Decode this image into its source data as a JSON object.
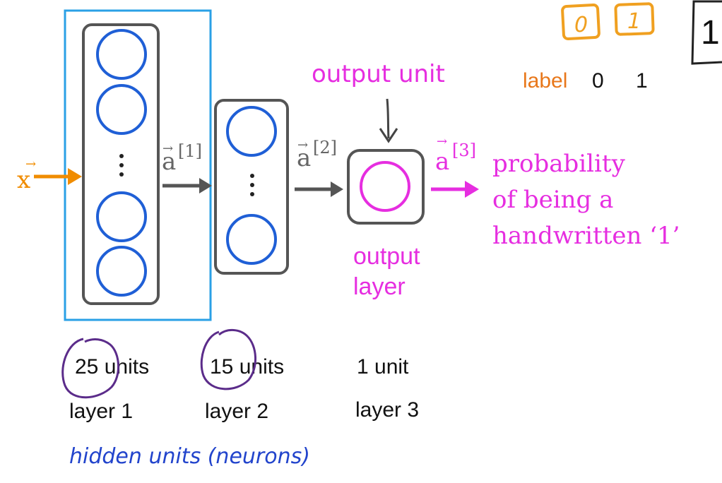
{
  "input": {
    "label": "x"
  },
  "activations": {
    "a1": "a",
    "a1_sup": "[1]",
    "a2": "a",
    "a2_sup": "[2]",
    "a3": "a",
    "a3_sup": "[3]"
  },
  "annotations": {
    "output_unit": "output unit",
    "output_layer_line1": "output",
    "output_layer_line2": "layer",
    "probability_line1": "probability",
    "probability_line2": "of being a",
    "probability_line3": "handwritten ‘1’",
    "label_word": "label",
    "label_0": "0",
    "label_1": "1",
    "box_0": "0",
    "box_1": "1",
    "corner_digit": "1"
  },
  "layers": [
    {
      "units": "25 units",
      "name": "layer 1"
    },
    {
      "units": "15 units",
      "name": "layer 2"
    },
    {
      "units": "1 unit",
      "name": "layer 3"
    }
  ],
  "hidden_units_note": "hidden units (neurons)",
  "colors": {
    "input": "#f08c00",
    "neuron": "#1f5fd6",
    "frame": "#555555",
    "highlight": "#2aa0e6",
    "output": "#e62ee0",
    "label": "#e8771a",
    "circle_note": "#5b2c8a",
    "hidden_note": "#2244cc"
  }
}
